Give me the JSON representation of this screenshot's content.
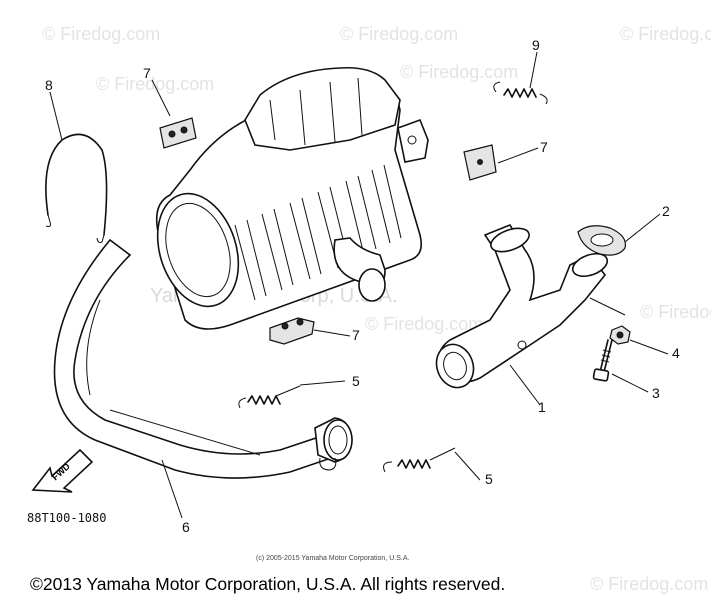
{
  "watermarks": {
    "site": "© Firedog.com",
    "overlay": "Yamaha Motor Corp, U.S.A."
  },
  "callouts": [
    "1",
    "2",
    "3",
    "4",
    "5",
    "5",
    "6",
    "7",
    "7",
    "7",
    "8",
    "9"
  ],
  "fwd_label": "FWD",
  "diagram_code": "88T100-1080",
  "footer": {
    "small_copyright": "(c) 2005-2015 Yamaha Motor Corporation, U.S.A.",
    "main_copyright": "©2013 Yamaha Motor Corporation, U.S.A. All rights reserved."
  }
}
